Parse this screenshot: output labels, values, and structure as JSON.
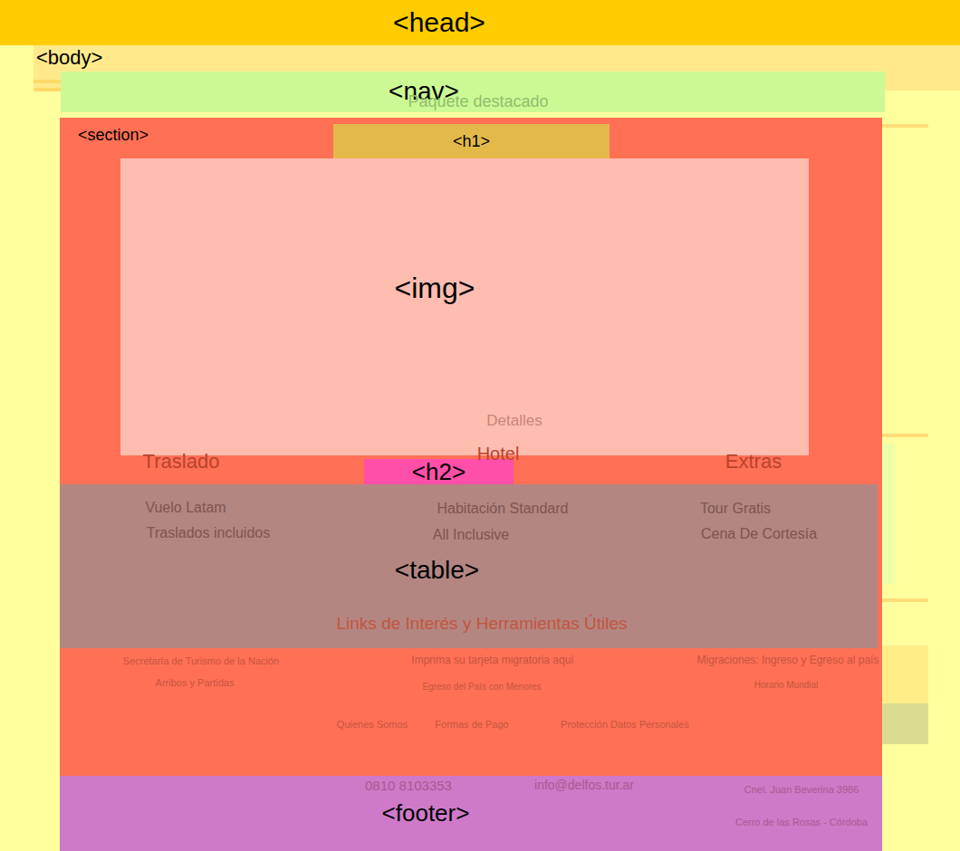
{
  "diagram": {
    "nodes": [
      {
        "text": [
          "<head>"
        ]
      },
      {
        "text": [
          "<body>"
        ]
      },
      {
        "text": [
          "<nav>"
        ],
        "in": 1
      },
      {
        "text": [
          "<section>"
        ],
        "in": 1
      },
      {
        "text": [
          "<h1>"
        ],
        "in": 3
      },
      {
        "text": [
          "<img>"
        ],
        "in": 3
      },
      {
        "text": [
          "<h2>"
        ],
        "in": 3
      },
      {
        "text": [
          "<table>"
        ],
        "in": 3
      },
      {
        "text": [
          "<footer>"
        ],
        "in": 1
      }
    ],
    "labels": [
      "Paquete destacado",
      "Detalles",
      "Traslado",
      "Hotel",
      "Extras",
      "Vuelo Latam",
      "Traslados incluidos",
      "Habitación Standard",
      "All Inclusive",
      "Tour Gratis",
      "Cena De Cortesía",
      "Links de Interés y Herramientas Útiles",
      "Secretaría de Turismo de la Nación",
      "Imprima su tarjeta migratoria aquí",
      "Migraciones: Ingreso y Egreso al país",
      "Arribos y Partidas",
      "Egreso del País con Menores",
      "Horario Mundial",
      "Quienes Somos",
      "Formas de Pago",
      "Protección Datos Personales",
      "0810 8103353",
      "info@delfos.tur.ar",
      "Cnel. Juan Beverina 3986",
      "Cerro de las Rosas - Córdoba"
    ]
  }
}
